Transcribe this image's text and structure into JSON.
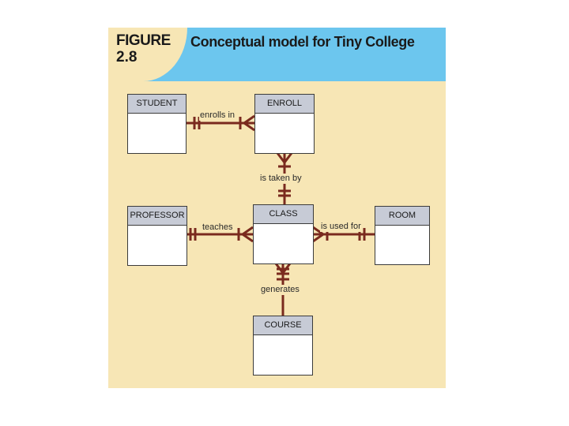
{
  "figure": {
    "label": "FIGURE",
    "number": "2.8",
    "title": "Conceptual model for Tiny College",
    "colors": {
      "band": "#6cc6ee",
      "background": "#f7e6b5",
      "relationship": "#7a2a1e",
      "entity_header": "#c7cbd6"
    }
  },
  "entities": {
    "student": "STUDENT",
    "enroll": "ENROLL",
    "professor": "PROFESSOR",
    "class": "CLASS",
    "room": "ROOM",
    "course": "COURSE"
  },
  "relationships": {
    "enrolls_in": "enrolls in",
    "is_taken_by": "is taken by",
    "teaches": "teaches",
    "is_used_for": "is used for",
    "generates": "generates"
  }
}
